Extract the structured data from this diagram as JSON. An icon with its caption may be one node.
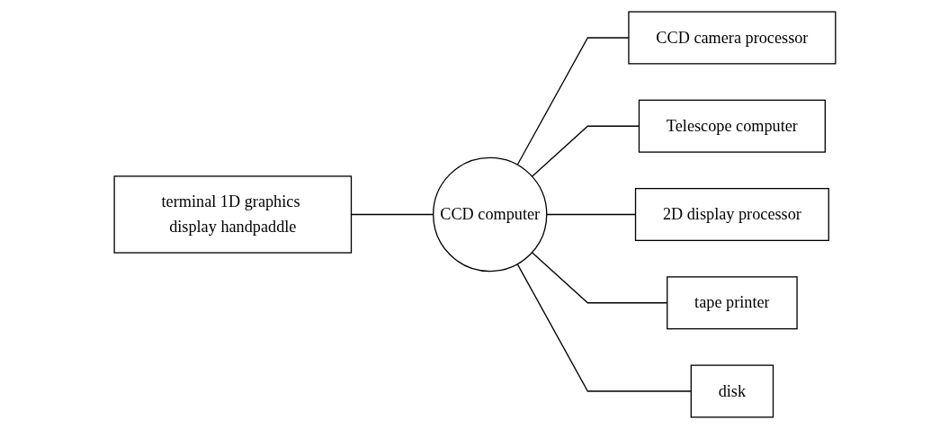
{
  "diagram": {
    "nodes": [
      {
        "text": [
          "CCD camera processor"
        ]
      },
      {
        "text": [
          "Telescope computer"
        ]
      },
      {
        "text": [
          "terminal 1D graphics display handpaddle"
        ]
      },
      {
        "text": [
          "CCD computer"
        ]
      },
      {
        "text": [
          "2D display processor"
        ]
      },
      {
        "text": [
          "tape printer"
        ]
      },
      {
        "text": [
          "disk"
        ]
      }
    ],
    "edges": [
      {
        "from": 3,
        "to": 0,
        "arrow": "none"
      },
      {
        "from": 3,
        "to": 1,
        "arrow": "none"
      },
      {
        "from": 2,
        "to": 3,
        "arrow": "none"
      },
      {
        "from": 3,
        "to": 4,
        "arrow": "none"
      },
      {
        "from": 3,
        "to": 5,
        "arrow": "none"
      },
      {
        "from": 3,
        "to": 6,
        "arrow": "none"
      }
    ]
  }
}
